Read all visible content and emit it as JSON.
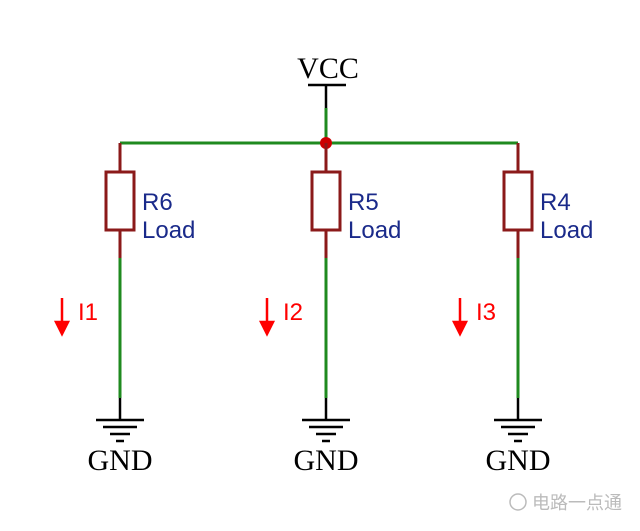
{
  "supply": {
    "label": "VCC"
  },
  "ground": {
    "label": "GND"
  },
  "branches": [
    {
      "resistor": "R6",
      "type": "Load",
      "current": "I1"
    },
    {
      "resistor": "R5",
      "type": "Load",
      "current": "I2"
    },
    {
      "resistor": "R4",
      "type": "Load",
      "current": "I3"
    }
  ],
  "watermark": {
    "text": "电路一点通"
  },
  "colors": {
    "wire": "#1f8a1f",
    "resistor": "#8b1a1a",
    "junction": "#cc0000",
    "current_arrow": "#ff0000",
    "resistor_label": "#1a2a8a"
  }
}
